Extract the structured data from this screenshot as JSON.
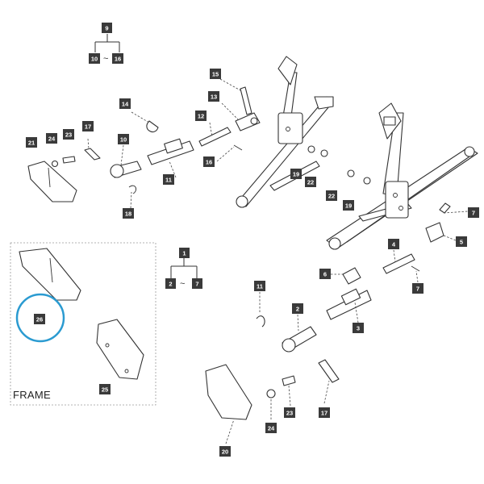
{
  "frame": {
    "title": "FRAME",
    "highlight_color": "#2b9bd1"
  },
  "groups": {
    "g9": {
      "parent": "9",
      "range_from": "10",
      "range_sep": "~",
      "range_to": "16"
    },
    "g1": {
      "parent": "1",
      "range_from": "2",
      "range_sep": "~",
      "range_to": "7"
    }
  },
  "callouts": {
    "c15": "15",
    "c14": "14",
    "c13": "13",
    "c12": "12",
    "c17a": "17",
    "c24a": "24",
    "c23a": "23",
    "c21": "21",
    "c10": "10",
    "c16": "16",
    "c11a": "11",
    "c18": "18",
    "c19a": "19",
    "c22a": "22",
    "c22b": "22",
    "c19b": "19",
    "c7a": "7",
    "c5": "5",
    "c4": "4",
    "c7b": "7",
    "c6": "6",
    "c3": "3",
    "c11b": "11",
    "c2": "2",
    "c17b": "17",
    "c23b": "23",
    "c24b": "24",
    "c20": "20",
    "c26": "26",
    "c25": "25"
  }
}
